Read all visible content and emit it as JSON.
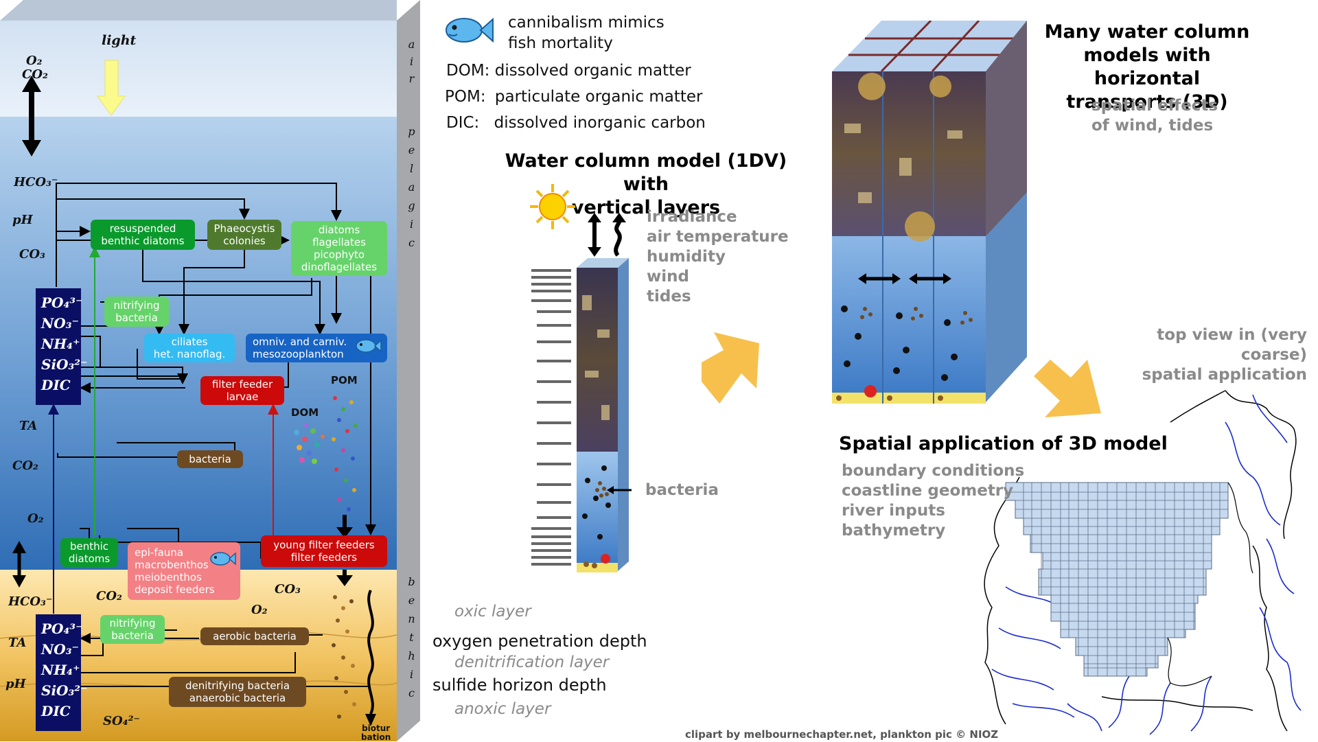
{
  "left_diagram": {
    "zone_air": "air",
    "zone_pelagic": "pelagic",
    "zone_benthic": "benthic",
    "light": "light",
    "gas_o2": "O₂",
    "gas_co2": "CO₂",
    "hco3_top": "HCO₃⁻",
    "ph_top": "pH",
    "co3_top": "CO₃",
    "ta_mid": "TA",
    "co2_mid": "CO₂",
    "o2_mid": "O₂",
    "hco3_bottom": "HCO₃⁻",
    "ta_bottom": "TA",
    "ph_bottom": "pH",
    "co2_sed": "CO₂",
    "co3_sed": "CO₃",
    "o2_sed": "O₂",
    "so4": "SO₄²⁻",
    "pom": "POM",
    "dom": "DOM",
    "bioturbation_1": "biotur",
    "bioturbation_2": "bation",
    "nutrients": [
      "PO₄³⁻",
      "NO₃⁻",
      "NH₄⁺",
      "SiO₃²⁻",
      "DIC"
    ],
    "boxes": {
      "resuspended": [
        "resuspended",
        "benthic diatoms"
      ],
      "phaeocystis": [
        "Phaeocystis",
        "colonies"
      ],
      "diatoms": [
        "diatoms",
        "flagellates",
        "picophyto",
        "dinoflagellates"
      ],
      "nitrifying_top": [
        "nitrifying",
        "bacteria"
      ],
      "ciliates": [
        "ciliates",
        "het. nanoflag."
      ],
      "omniv": [
        "omniv. and carniv.",
        "mesozooplankton"
      ],
      "filter_larvae": [
        "filter feeder",
        "larvae"
      ],
      "bacteria": [
        "bacteria"
      ],
      "benthic_diatoms": [
        "benthic",
        "diatoms"
      ],
      "epifauna": [
        "epi-fauna",
        "macrobenthos",
        "meiobenthos",
        "deposit feeders"
      ],
      "young_filter": [
        "young filter feeders",
        "filter feeders"
      ],
      "nitrifying_bottom": [
        "nitrifying",
        "bacteria"
      ],
      "aerobic": [
        "aerobic bacteria"
      ],
      "denitrifying": [
        "denitrifying bacteria",
        "anaerobic bacteria"
      ]
    }
  },
  "legend": {
    "fish_line1": "cannibalism mimics",
    "fish_line2": "fish mortality",
    "dom_key": "DOM:",
    "dom_val": "dissolved organic matter",
    "pom_key": "POM:",
    "pom_val": "particulate organic matter",
    "dic_key": "DIC:",
    "dic_val": "dissolved inorganic carbon"
  },
  "water_column": {
    "title_line1": "Water column model (1DV) with",
    "title_line2": "vertical layers",
    "forcings": [
      "irradiance",
      "air temperature",
      "humidity",
      "wind",
      "tides"
    ],
    "bacteria_label": "bacteria"
  },
  "sediment_layers": {
    "oxic": "oxic layer",
    "oxygen_depth": "oxygen penetration depth",
    "denitrification": "denitrification layer",
    "sulfide_depth": "sulfide horizon depth",
    "anoxic": "anoxic layer"
  },
  "model_3d": {
    "title_lines": [
      "Many water column",
      "models with horizontal",
      "transports (3D)"
    ],
    "subtitle_lines": [
      "spatial effects",
      "of wind, tides"
    ]
  },
  "top_view": {
    "lines": [
      "top view in (very coarse)",
      "spatial application"
    ]
  },
  "spatial": {
    "title": "Spatial application of 3D model",
    "items": [
      "boundary conditions",
      "coastline geometry",
      "river inputs",
      "bathymetry"
    ]
  },
  "credit": "clipart by melbournechapter.net, plankton pic © NIOZ",
  "colors": {
    "green_dark": "#0a9a2c",
    "green_olive": "#4f7a2e",
    "green_light": "#66d36a",
    "blue_light": "#33bbf2",
    "blue_dark": "#1764c4",
    "red": "#cc0a0a",
    "brown": "#6e4a22",
    "pink": "#f38085",
    "navy": "#0a0f63",
    "arrow_orange": "#f7c04d",
    "grid_cell": "#c6d9ef"
  }
}
